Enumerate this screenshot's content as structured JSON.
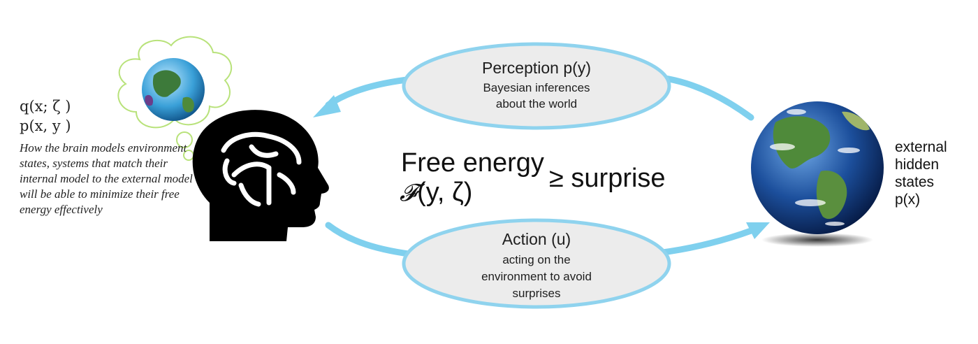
{
  "left_labels": {
    "q_formula": "q(x; ζ )",
    "p_formula": "p(x, y )",
    "description": "How the brain models environment states, systems that match their internal model to the external model will be able to minimize their free energy effectively"
  },
  "perception": {
    "title": "Perception p(y)",
    "line1": "Bayesian inferences",
    "line2": "about the world"
  },
  "action": {
    "title": "Action (u)",
    "line1": "acting on the",
    "line2": "environment to avoid",
    "line3": "surprises"
  },
  "center": {
    "free_energy": "Free energy",
    "surprise": "≥ surprise",
    "symbol": "𝓕",
    "args": "(y, ζ)"
  },
  "right_labels": {
    "line1": "external",
    "line2": "hidden",
    "line3": "states",
    "line4": "p(x)"
  },
  "colors": {
    "ellipse_stroke": "#8fd3ee",
    "ellipse_fill": "#ececec",
    "arrow": "#7fd0ee",
    "bubble_stroke": "#b8e27a",
    "head": "#000000",
    "ocean": "#1c4f9c",
    "land": "#4f8a3a"
  },
  "icons": [
    "brain-head-icon",
    "thought-bubble-icon",
    "small-globe-icon",
    "earth-globe-icon"
  ]
}
